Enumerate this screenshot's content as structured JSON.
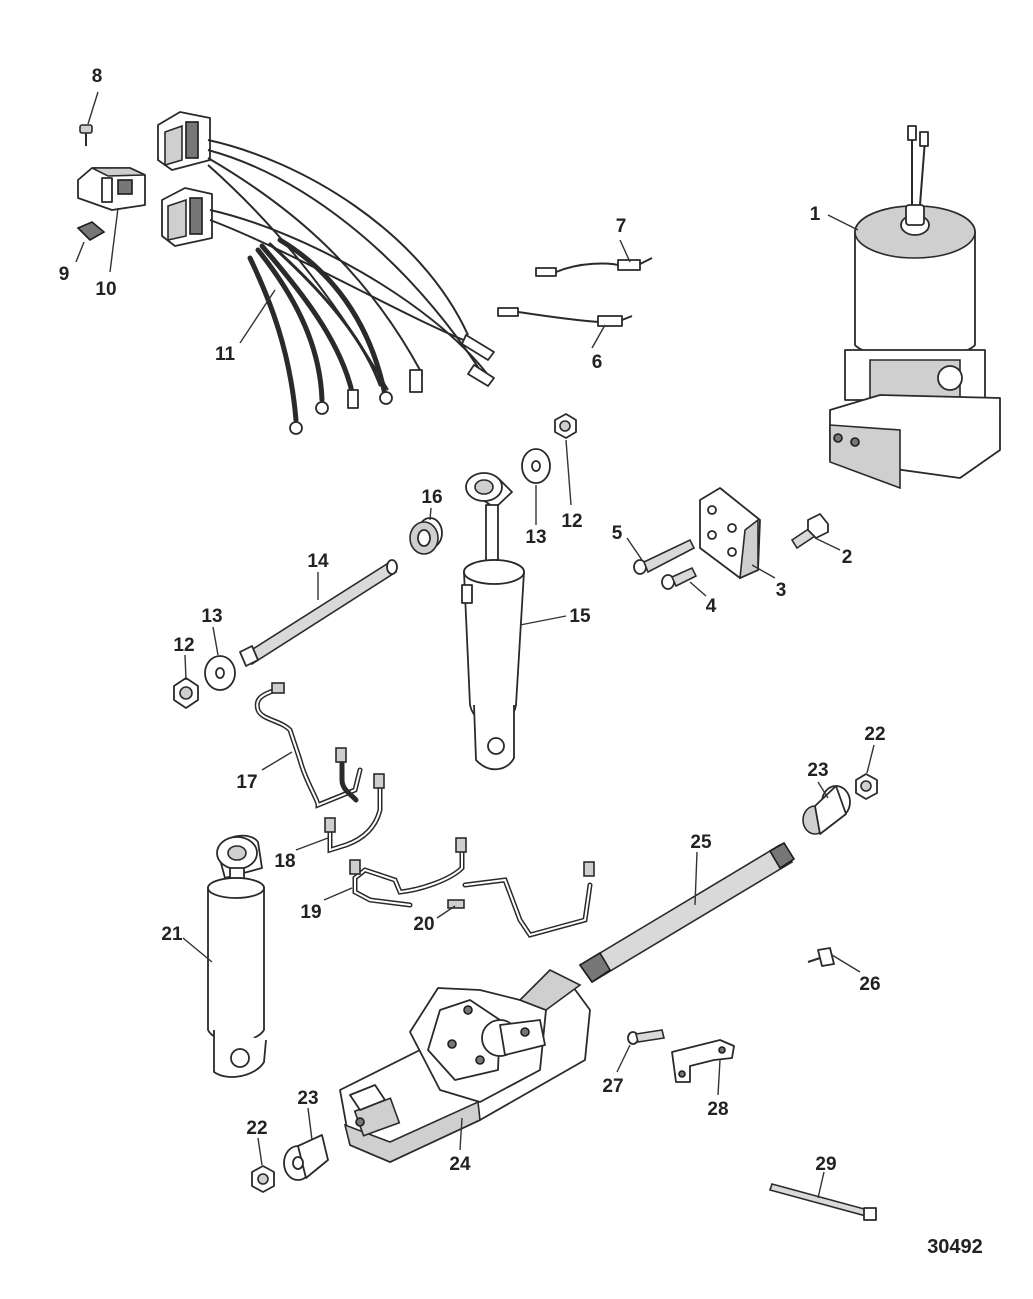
{
  "figure_number": "30492",
  "callouts": [
    {
      "id": "c8",
      "label": "8"
    },
    {
      "id": "c9",
      "label": "9"
    },
    {
      "id": "c10",
      "label": "10"
    },
    {
      "id": "c11",
      "label": "11"
    },
    {
      "id": "c7",
      "label": "7"
    },
    {
      "id": "c6",
      "label": "6"
    },
    {
      "id": "c1",
      "label": "1"
    },
    {
      "id": "c16",
      "label": "16"
    },
    {
      "id": "c13a",
      "label": "13"
    },
    {
      "id": "c12a",
      "label": "12"
    },
    {
      "id": "c5",
      "label": "5"
    },
    {
      "id": "c2",
      "label": "2"
    },
    {
      "id": "c3",
      "label": "3"
    },
    {
      "id": "c4",
      "label": "4"
    },
    {
      "id": "c14",
      "label": "14"
    },
    {
      "id": "c15",
      "label": "15"
    },
    {
      "id": "c13b",
      "label": "13"
    },
    {
      "id": "c12b",
      "label": "12"
    },
    {
      "id": "c17",
      "label": "17"
    },
    {
      "id": "c22a",
      "label": "22"
    },
    {
      "id": "c23a",
      "label": "23"
    },
    {
      "id": "c25",
      "label": "25"
    },
    {
      "id": "c18",
      "label": "18"
    },
    {
      "id": "c19",
      "label": "19"
    },
    {
      "id": "c20",
      "label": "20"
    },
    {
      "id": "c21",
      "label": "21"
    },
    {
      "id": "c26",
      "label": "26"
    },
    {
      "id": "c27",
      "label": "27"
    },
    {
      "id": "c28",
      "label": "28"
    },
    {
      "id": "c23b",
      "label": "23"
    },
    {
      "id": "c22b",
      "label": "22"
    },
    {
      "id": "c24",
      "label": "24"
    },
    {
      "id": "c29",
      "label": "29"
    }
  ]
}
